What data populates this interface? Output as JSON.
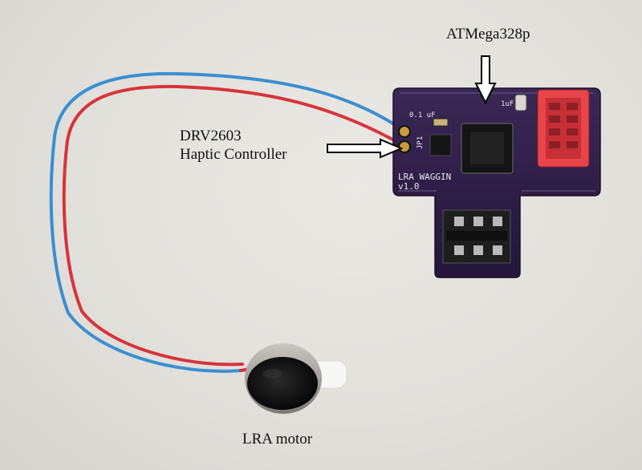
{
  "annotations": {
    "mcu_label": "ATMega328p",
    "driver_label_line1": "DRV2603",
    "driver_label_line2": "Haptic Controller",
    "motor_label": "LRA motor"
  },
  "board_silkscreen": {
    "cap_value": "0.1 uF",
    "cap2_value": "1uF",
    "jumper": "JP1",
    "name": "LRA WAGGIN",
    "version": "v1.0"
  },
  "colors": {
    "background": "#e3e1dc",
    "pcb": "#2d1e45",
    "connector": "#e8444a",
    "wire_red": "#d8333a",
    "wire_blue": "#3a8fd0",
    "arrow_fill": "#ffffff",
    "arrow_stroke": "#000000"
  }
}
